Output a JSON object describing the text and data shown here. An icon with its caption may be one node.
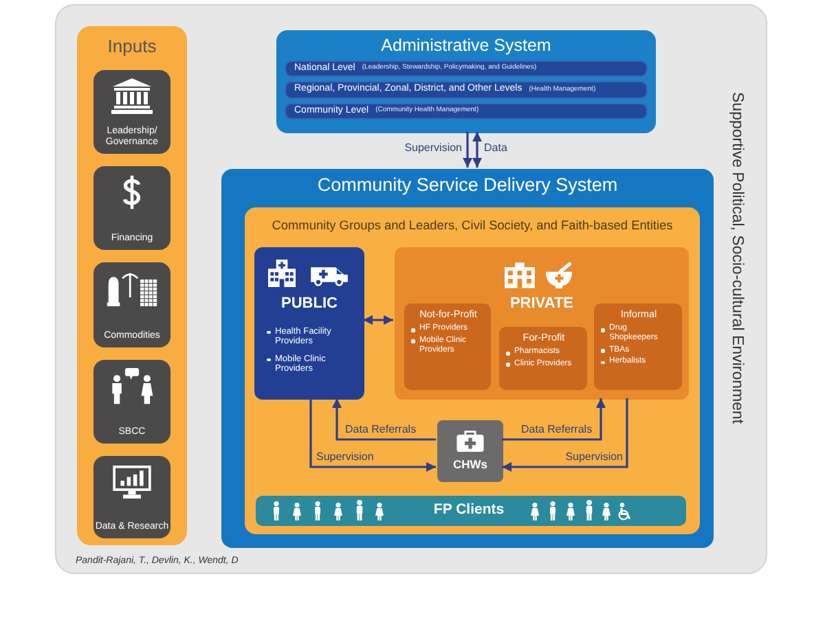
{
  "diagram": {
    "nodes": [
      {
        "text": [
          "Supportive Political, Socio-cultural Environment"
        ]
      },
      {
        "text": [
          "Inputs"
        ],
        "in": 0
      },
      {
        "text": [
          "Leadership/ Governance"
        ],
        "in": 1
      },
      {
        "text": [
          "Financing"
        ],
        "in": 1
      },
      {
        "text": [
          "Commodities"
        ],
        "in": 1
      },
      {
        "text": [
          "SBCC"
        ],
        "in": 1
      },
      {
        "text": [
          "Data & Research"
        ],
        "in": 1
      },
      {
        "text": [
          "Administrative System"
        ],
        "in": 0
      },
      {
        "text": [
          "National Level",
          "(Leadership, Stewardship, Policymaking, and Guidelines)"
        ],
        "in": 7
      },
      {
        "text": [
          "Regional, Provincial, Zonal, District, and Other Levels",
          "(Health Management)"
        ],
        "in": 7
      },
      {
        "text": [
          "Community Level",
          "(Community Health Management)"
        ],
        "in": 7
      },
      {
        "text": [
          "Community Service Delivery System"
        ],
        "in": 0
      },
      {
        "text": [
          "Community Groups and Leaders, Civil Society, and Faith-based Entities"
        ],
        "in": 11
      },
      {
        "text": [
          "PUBLIC",
          "Health Facility Providers",
          "Mobile Clinic Providers"
        ],
        "in": 12
      },
      {
        "text": [
          "PRIVATE"
        ],
        "in": 12
      },
      {
        "text": [
          "Not-for-Profit",
          "HF Providers",
          "Mobile Clinic Providers"
        ],
        "in": 14
      },
      {
        "text": [
          "For-Profit",
          "Pharmacists",
          "Clinic Providers"
        ],
        "in": 14
      },
      {
        "text": [
          "Informal",
          "Drug Shopkeepers",
          "TBAs",
          "Herbalists"
        ],
        "in": 14
      },
      {
        "text": [
          "CHWs"
        ],
        "in": 12
      },
      {
        "text": [
          "FP Clients"
        ],
        "in": 12
      }
    ],
    "edges": [
      {
        "from": 7,
        "to": 11,
        "arrow": "to",
        "label": "Supervision"
      },
      {
        "from": 11,
        "to": 7,
        "arrow": "both",
        "label": "Data"
      },
      {
        "from": 13,
        "to": 14,
        "arrow": "both"
      },
      {
        "from": 13,
        "to": 18,
        "arrow": "to",
        "label": "Supervision"
      },
      {
        "from": 18,
        "to": 13,
        "arrow": "to",
        "label": "Data Referrals"
      },
      {
        "from": 18,
        "to": 14,
        "arrow": "to",
        "label": "Data Referrals"
      },
      {
        "from": 14,
        "to": 18,
        "arrow": "to",
        "label": "Supervision"
      }
    ],
    "labels": [
      "Pandit-Rajani, T., Devlin, K., Wendt, D"
    ]
  }
}
